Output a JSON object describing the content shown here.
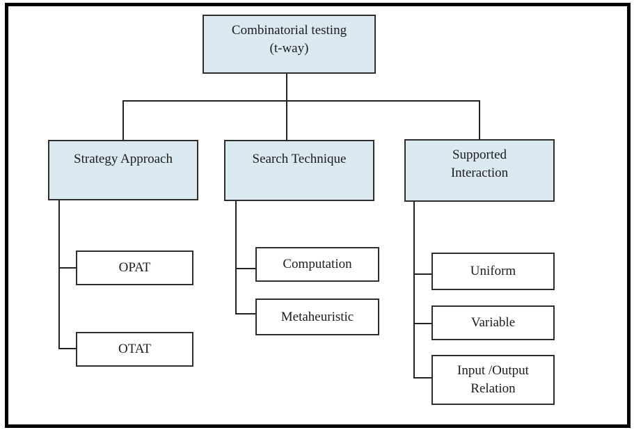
{
  "colors": {
    "background": "#ffffff",
    "frame": "#000000",
    "node_fill": "#dbe9f1",
    "node_border": "#2e2e2e",
    "connector": "#222222",
    "text": "#1c1c1c"
  },
  "tree": {
    "root": {
      "label": [
        "Combinatorial testing",
        "(t-way)"
      ]
    },
    "branches": [
      {
        "id": "strategy-approach",
        "label": "Strategy Approach",
        "children": [
          {
            "label": "OPAT"
          },
          {
            "label": "OTAT"
          }
        ]
      },
      {
        "id": "search-technique",
        "label": "Search Technique",
        "children": [
          {
            "label": "Computation"
          },
          {
            "label": "Metaheuristic"
          }
        ]
      },
      {
        "id": "supported-interaction",
        "label": [
          "Supported",
          "Interaction"
        ],
        "children": [
          {
            "label": "Uniform"
          },
          {
            "label": "Variable"
          },
          {
            "label": [
              "Input /Output",
              "Relation"
            ]
          }
        ]
      }
    ]
  }
}
